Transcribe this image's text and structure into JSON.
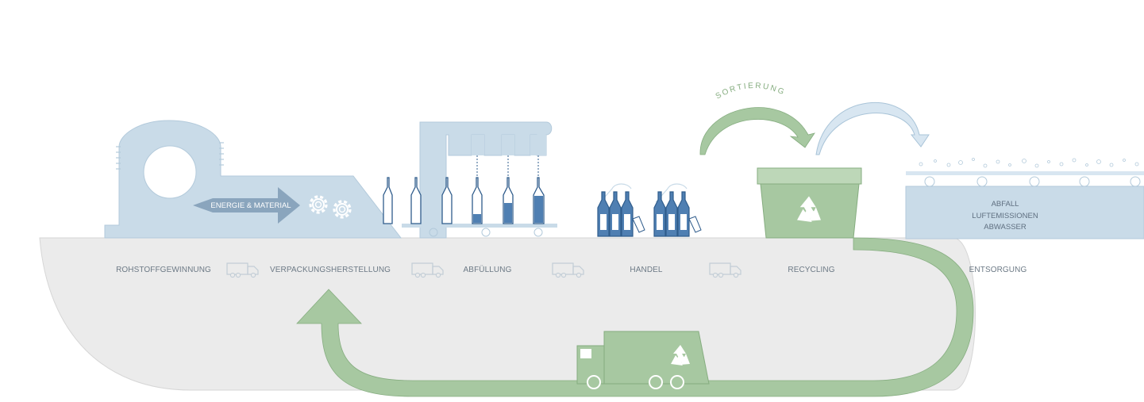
{
  "stages": [
    {
      "id": "rohstoff",
      "label": "ROHSTOFFGEWINNUNG"
    },
    {
      "id": "verpackung",
      "label": "VERPACKUNGSHERSTELLUNG"
    },
    {
      "id": "abfuellung",
      "label": "ABFÜLLUNG"
    },
    {
      "id": "handel",
      "label": "HANDEL"
    },
    {
      "id": "recycling",
      "label": "RECYCLING"
    },
    {
      "id": "entsorgung",
      "label": "ENTSORGUNG"
    }
  ],
  "energy_label": "ENERGIE & MATERIAL",
  "sorting_label": "SORTIERUNG",
  "waste_lines": [
    "ABFALL",
    "LUFTEMISSIONEN",
    "ABWASSER"
  ],
  "colors": {
    "ground": "#ebebeb",
    "machine": "#c9dbe8",
    "machine_stroke": "#a9c4d8",
    "bottle_blue": "#4f7fb2",
    "bottle_dark": "#2f5c8c",
    "green": "#a7c8a1",
    "green_stroke": "#86ad80",
    "arrow_energy": "#8aa5bd",
    "label": "#6d7a86"
  },
  "icons": [
    "truck-icon",
    "gear-icon",
    "recycle-icon",
    "price-tag-icon"
  ]
}
